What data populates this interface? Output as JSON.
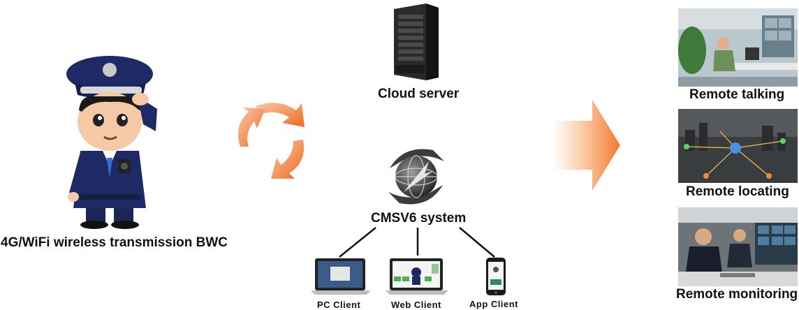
{
  "bwc": {
    "label": "4G/WiFi wireless transmission BWC"
  },
  "cloud": {
    "label": "Cloud server"
  },
  "system": {
    "label": "CMSV6 system"
  },
  "clients": [
    {
      "label": "PC Client"
    },
    {
      "label": "Web Client"
    },
    {
      "label": "App Client"
    }
  ],
  "functions": [
    {
      "label": "Remote talking"
    },
    {
      "label": "Remote locating"
    },
    {
      "label": "Remote monitoring"
    }
  ],
  "colors": {
    "accent_orange": "#f07a30",
    "uniform_navy": "#1f2c6b",
    "server_dark": "#2a2a2a"
  }
}
